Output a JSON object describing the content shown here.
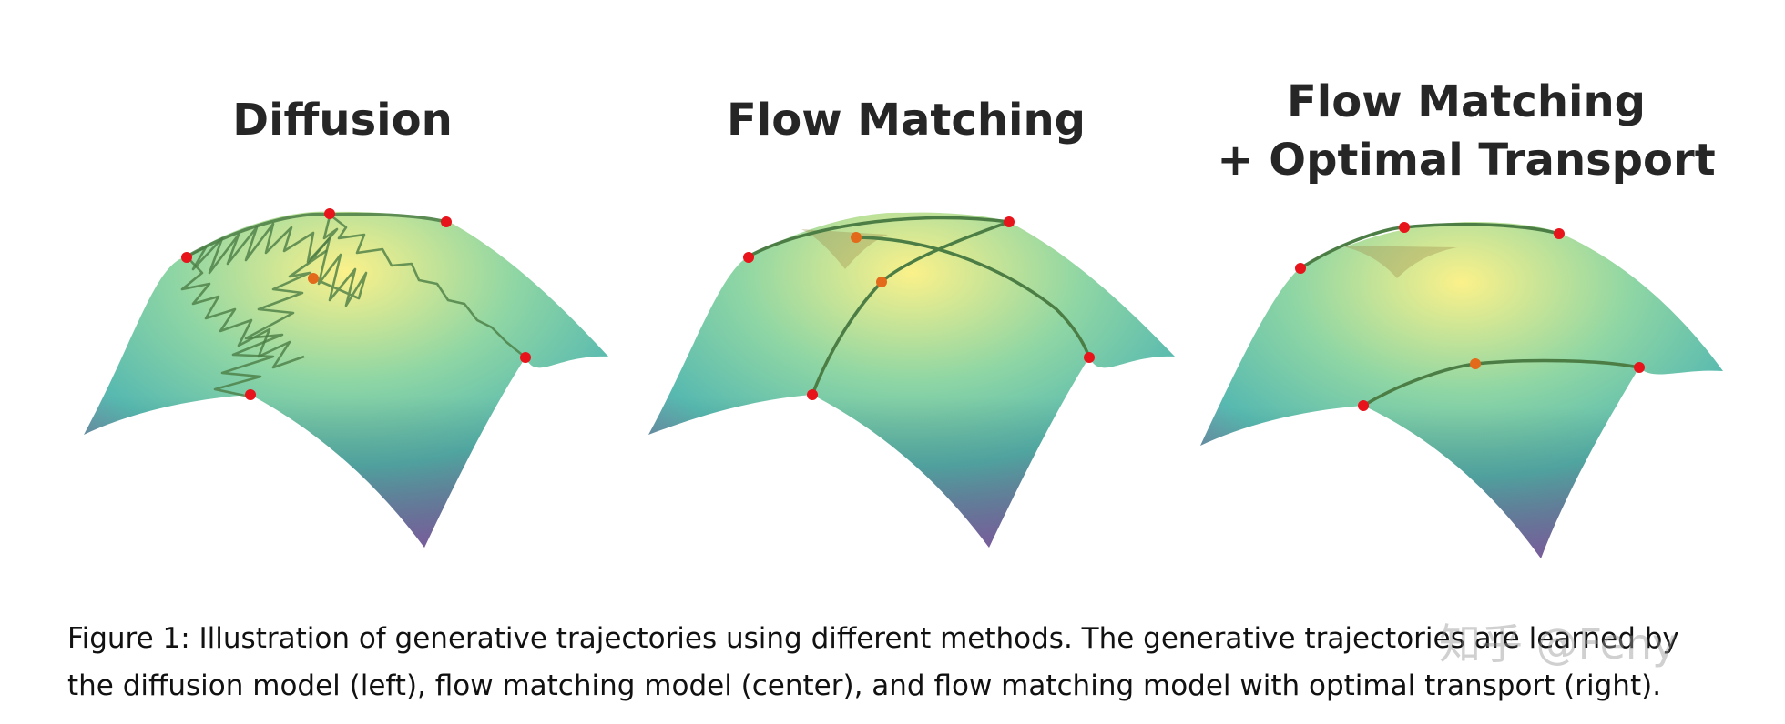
{
  "figure": {
    "panels": [
      {
        "id": "diffusion",
        "title_lines": [
          "Diffusion"
        ]
      },
      {
        "id": "flow-matching",
        "title_lines": [
          "Flow Matching"
        ]
      },
      {
        "id": "flow-matching-ot",
        "title_lines": [
          "Flow Matching",
          "+ Optimal Transport"
        ]
      }
    ],
    "colors": {
      "surface_top": "#fbf18a",
      "surface_mid": "#8fd6a4",
      "surface_low": "#57b9b0",
      "surface_edge": "#8a6aa6",
      "trajectory": "#4b7d45",
      "endpoint": "#e8141c",
      "midpoint": "#e26a1a"
    }
  },
  "caption": {
    "text": "Figure 1: Illustration of generative trajectories using different methods. The generative trajectories are learned by the diffusion model (left), flow matching model (center), and flow matching model with optimal transport (right)."
  },
  "watermark": {
    "text": "知乎 @Feny"
  }
}
